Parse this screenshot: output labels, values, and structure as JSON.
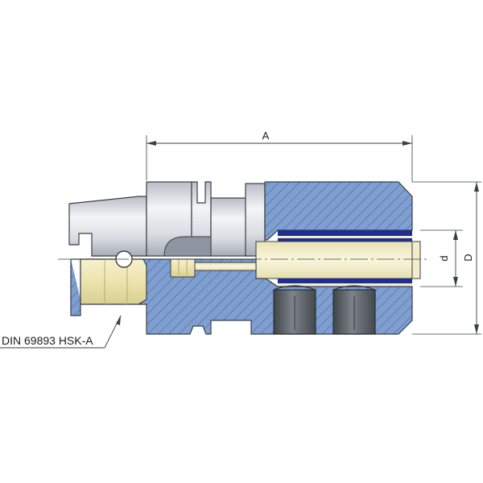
{
  "drawing": {
    "dimensions": {
      "length": "A",
      "bore_diameter": "d",
      "outer_diameter": "D"
    },
    "standard_label": "DIN 69893 HSK-A",
    "colors": {
      "section_fill": "#7f9fd0",
      "hatch": "#4f6fa6",
      "steel_light": "#e6e8ec",
      "steel_dark": "#9ea4ae",
      "bore_fill": "#f3eec9",
      "brass_fill": "#efe8b8",
      "seal_blue": "#1f2f8f",
      "screw_dark": "#555a60",
      "outline": "#3a3f46"
    }
  }
}
